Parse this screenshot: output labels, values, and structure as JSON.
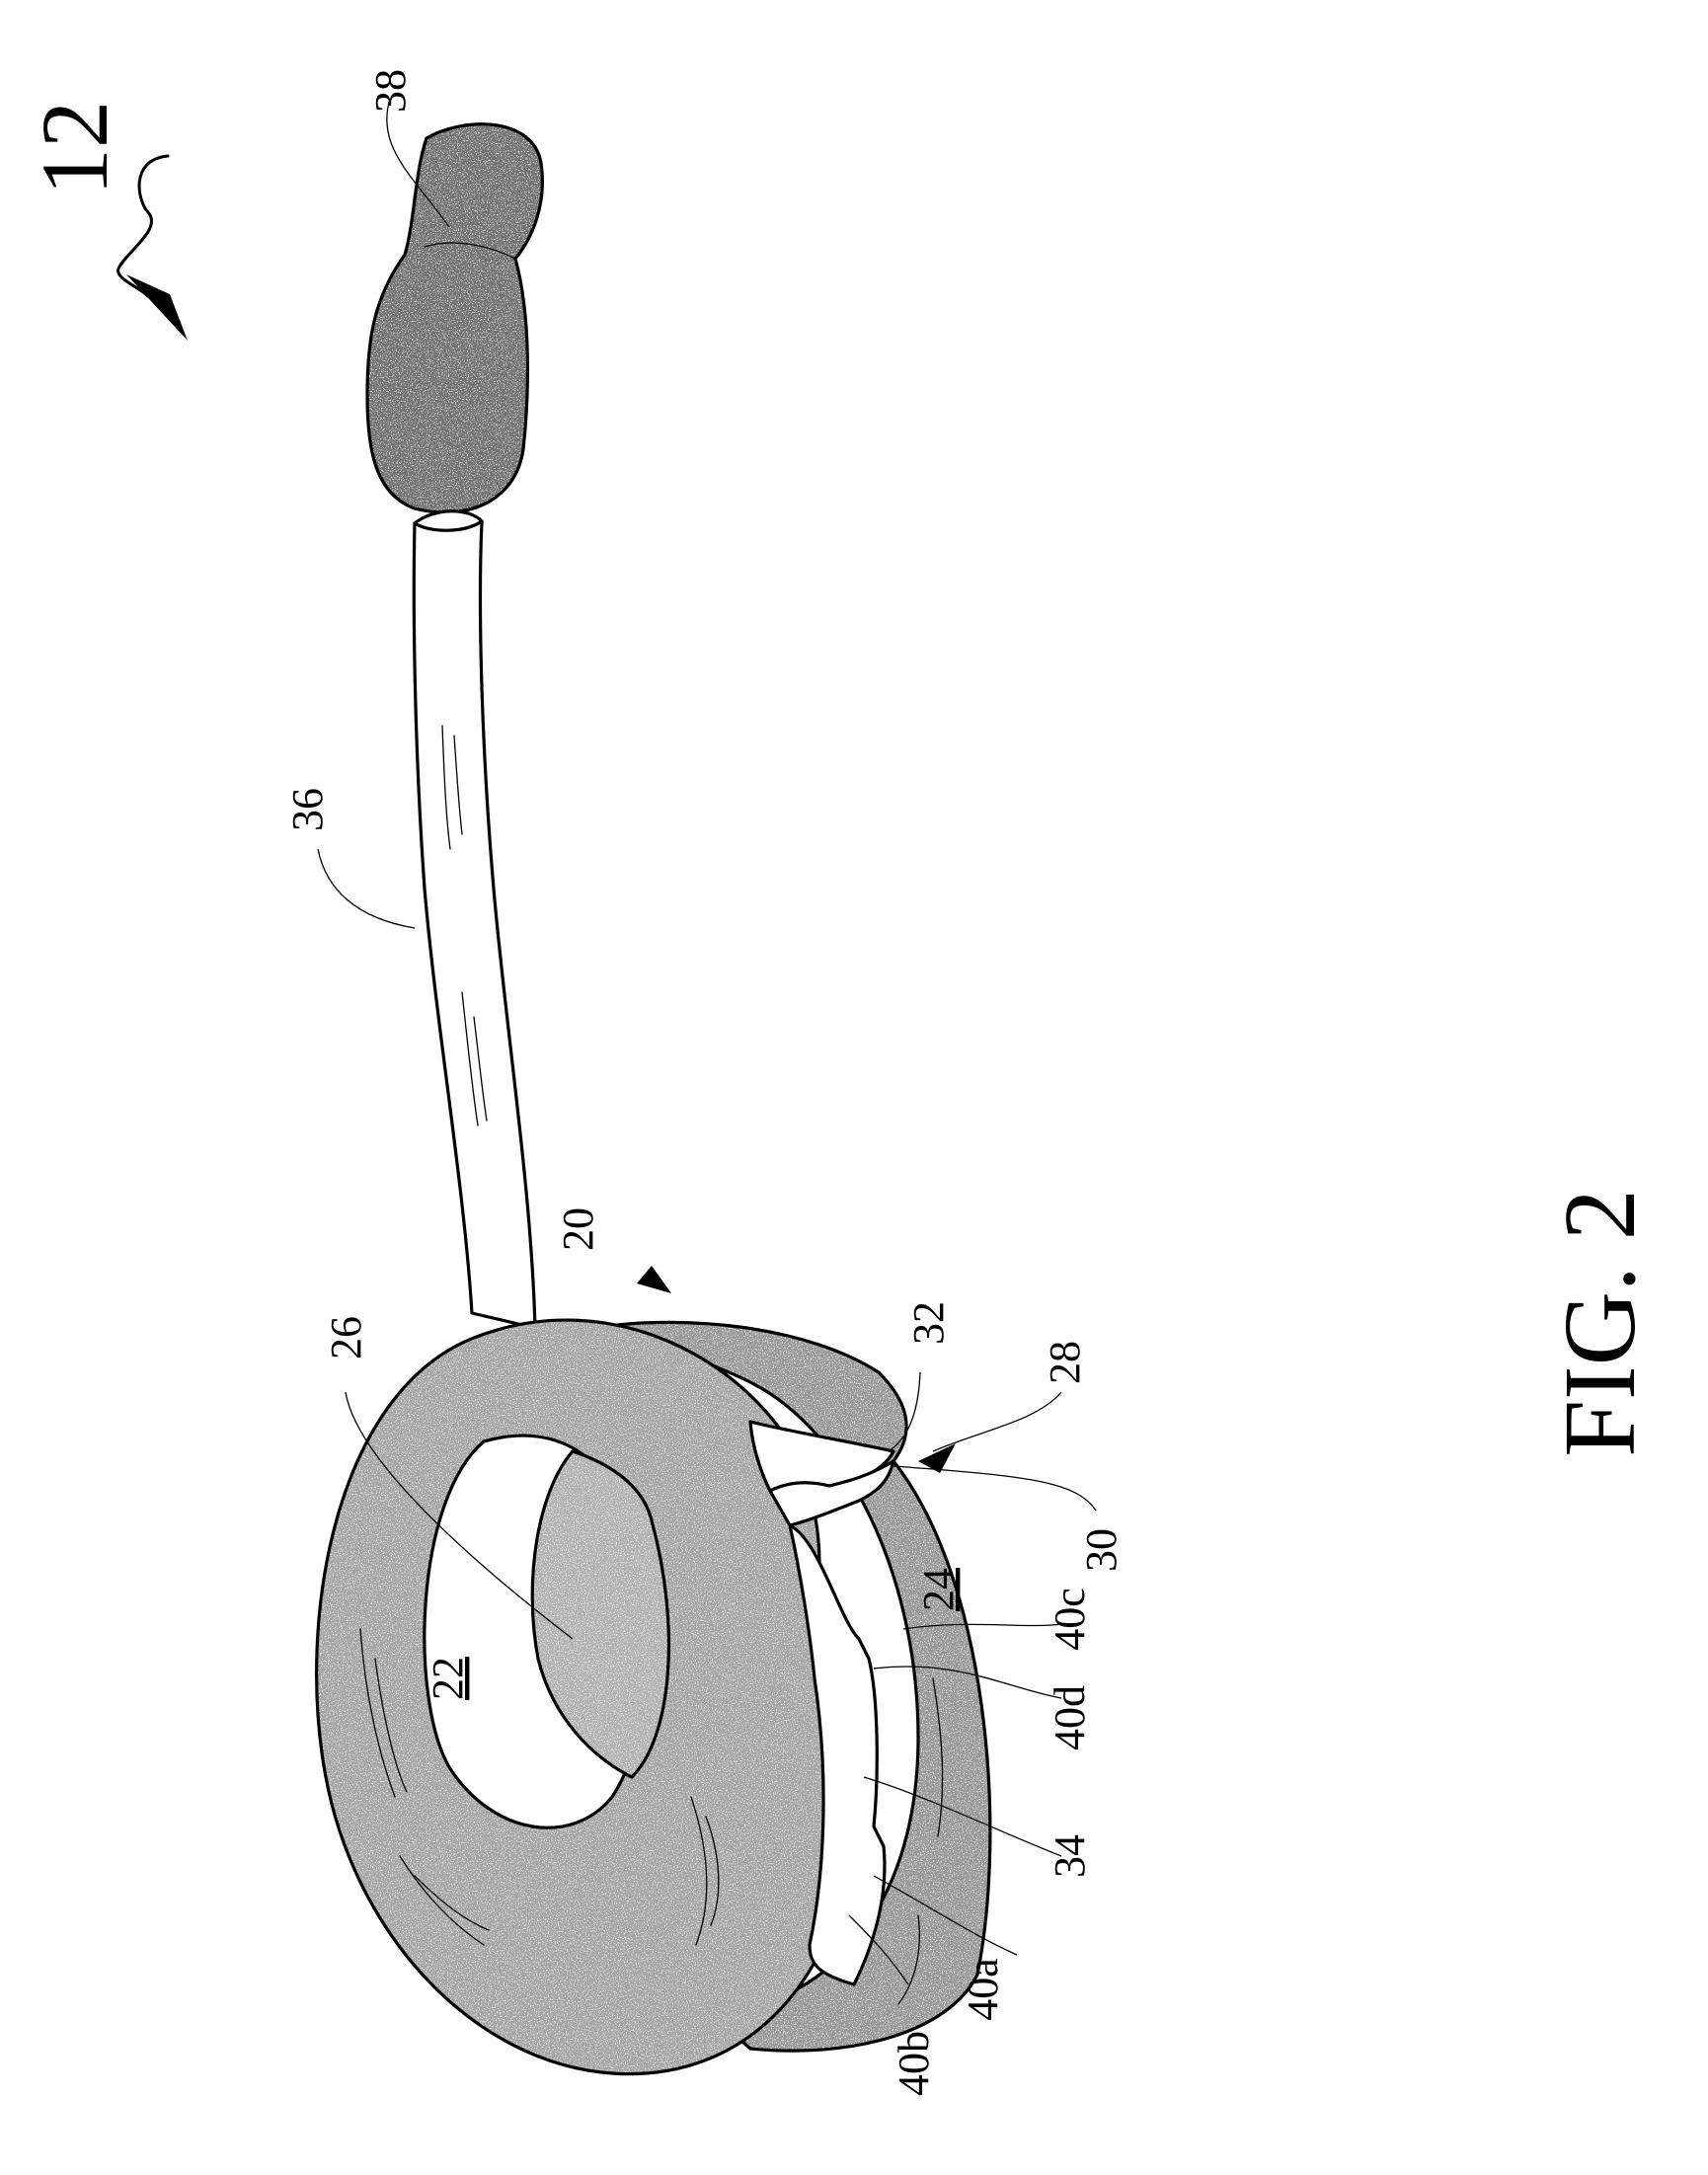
{
  "figure": {
    "caption": "FIG. 2",
    "assembly_label": "12",
    "colors": {
      "line": "#000000",
      "background": "#ffffff"
    },
    "labels": {
      "l38": "38",
      "l36": "36",
      "l20": "20",
      "l26": "26",
      "l22": "22",
      "l32": "32",
      "l28": "28",
      "l30": "30",
      "l24": "24",
      "l40c": "40c",
      "l40d": "40d",
      "l34": "34",
      "l40a": "40a",
      "l40b": "40b"
    }
  }
}
